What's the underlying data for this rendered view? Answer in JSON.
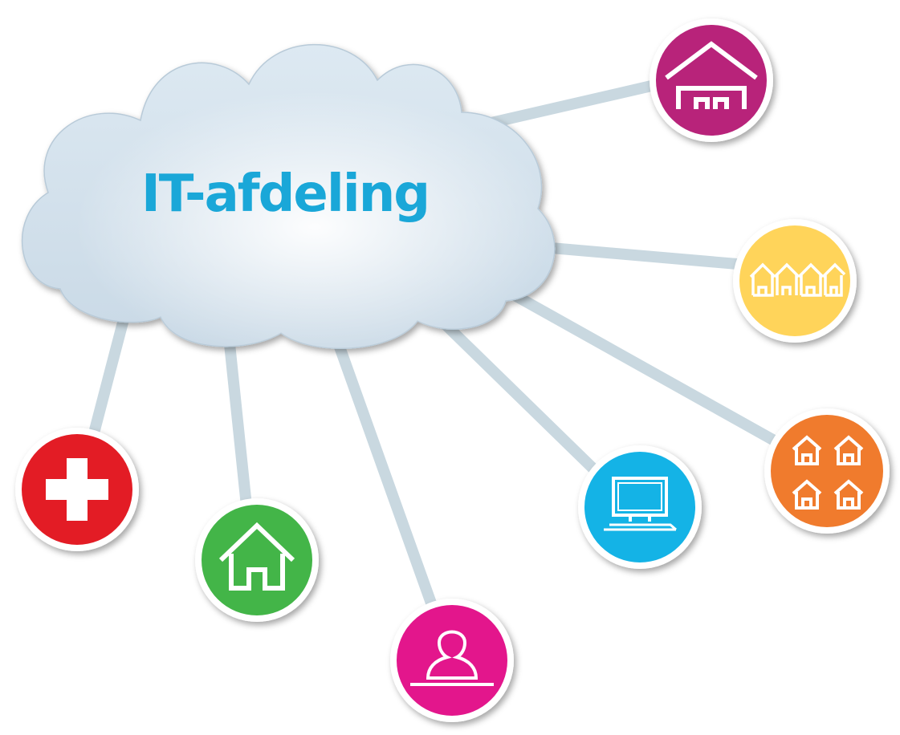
{
  "cloud": {
    "label": "IT-afdeling",
    "label_color": "#1aa7d8",
    "fill_top": "#dde9f2",
    "fill_bottom": "#c9d9e6"
  },
  "connector_color": "#c9d8e0",
  "nodes": [
    {
      "id": "single-house",
      "icon": "house-icon",
      "color": "#b8237a"
    },
    {
      "id": "row-houses",
      "icon": "three-houses-icon",
      "color": "#ffd45a"
    },
    {
      "id": "four-houses",
      "icon": "four-houses-icon",
      "color": "#f07b2d"
    },
    {
      "id": "computer",
      "icon": "computer-icon",
      "color": "#14b3e6"
    },
    {
      "id": "person",
      "icon": "person-icon",
      "color": "#e3168c"
    },
    {
      "id": "home",
      "icon": "home-icon",
      "color": "#43b548"
    },
    {
      "id": "medical",
      "icon": "medical-cross-icon",
      "color": "#e31c25"
    }
  ]
}
